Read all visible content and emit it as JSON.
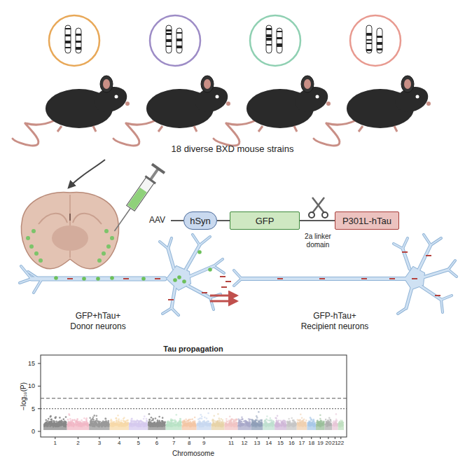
{
  "diagram": {
    "nodes": [
      {
        "text": [
          "hSyn"
        ]
      },
      {
        "text": [
          "GFP"
        ]
      },
      {
        "text": [
          "P301L-hTau"
        ]
      }
    ],
    "edges": [
      {
        "from": 0,
        "to": 1,
        "arrow": "none"
      },
      {
        "from": 1,
        "to": 2,
        "arrow": "none"
      }
    ],
    "labels": [
      "18 diverse BXD mouse strains",
      "AAV",
      "2a linker domain",
      "GFP+hTau+",
      "Donor neurons",
      "GFP-hTau+",
      "Recipient neurons",
      "Tau propagation",
      "−log₁₀(P)",
      "0",
      "5",
      "10",
      "15",
      "1",
      "2",
      "3",
      "4",
      "5",
      "6",
      "7",
      "8",
      "9",
      "11",
      "12",
      "13",
      "14",
      "15",
      "16",
      "17",
      "18",
      "19",
      "20",
      "21",
      "22",
      "Chromosome"
    ]
  }
}
